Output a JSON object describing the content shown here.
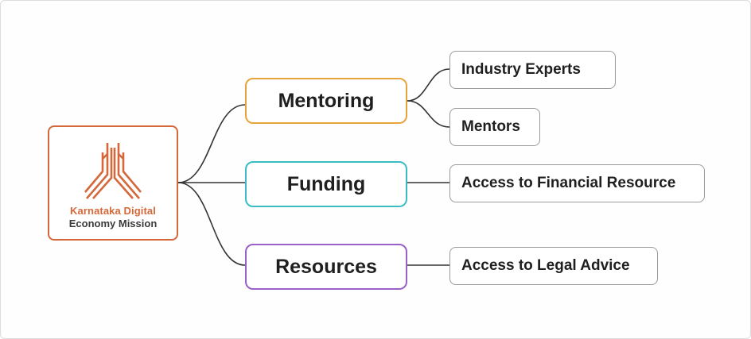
{
  "root": {
    "logo_line1": "Karnataka Digital",
    "logo_line2": "Economy Mission",
    "icon": "kdem-tower-logo-icon",
    "color": "#d4683a"
  },
  "branches": [
    {
      "label": "Mentoring",
      "color": "#e8a33a",
      "children": [
        "Industry Experts",
        "Mentors"
      ]
    },
    {
      "label": "Funding",
      "color": "#3bbcc4",
      "children": [
        "Access to Financial Resource"
      ]
    },
    {
      "label": "Resources",
      "color": "#9a5fc8",
      "children": [
        "Access to Legal Advice"
      ]
    }
  ],
  "colors": {
    "connector": "#333333",
    "leaf_border": "#9a9a9a",
    "text": "#1f1f1f"
  }
}
